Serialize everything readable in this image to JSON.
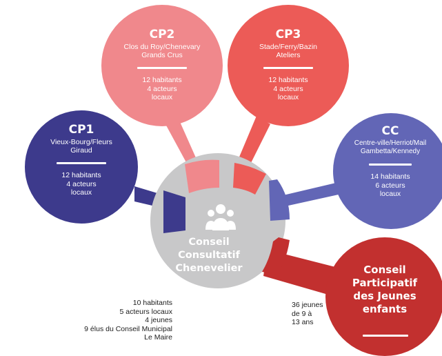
{
  "colors": {
    "cp1": "#3d3a8c",
    "cp2": "#f0888c",
    "cp3": "#ec5b57",
    "cc": "#6266b6",
    "cpje": "#c2302f",
    "center": "#c8c8c9"
  },
  "center": {
    "icon": "people-group-icon",
    "title_lines": [
      "Conseil",
      "Consultatif",
      "Chenevelier"
    ]
  },
  "bubbles": {
    "cp1": {
      "title": "CP1",
      "subtitle_lines": [
        "Vieux-Bourg/Fleurs",
        "Giraud"
      ],
      "stats_lines": [
        "12 habitants",
        "4 acteurs",
        "locaux"
      ]
    },
    "cp2": {
      "title": "CP2",
      "subtitle_lines": [
        "Clos du Roy/Chenevary",
        "Grands Crus"
      ],
      "stats_lines": [
        "12 habitants",
        "4 acteurs",
        "locaux"
      ]
    },
    "cp3": {
      "title": "CP3",
      "subtitle_lines": [
        "Stade/Ferry/Bazin",
        "Ateliers"
      ],
      "stats_lines": [
        "12 habitants",
        "4 acteurs",
        "locaux"
      ]
    },
    "cc": {
      "title": "CC",
      "subtitle_lines": [
        "Centre-ville/Herriot/Mail",
        "Gambetta/Kennedy"
      ],
      "stats_lines": [
        "14 habitants",
        "6 acteurs",
        "locaux"
      ]
    }
  },
  "cpje": {
    "title_lines": [
      "Conseil",
      "Participatif",
      "des Jeunes",
      "enfants"
    ],
    "stat_lines": [
      "36 jeunes",
      "de 9 à",
      "13 ans"
    ]
  },
  "members_lines": [
    "10 habitants",
    "5 acteurs locaux",
    "4 jeunes",
    "9 élus du Conseil Municipal",
    "Le Maire"
  ]
}
